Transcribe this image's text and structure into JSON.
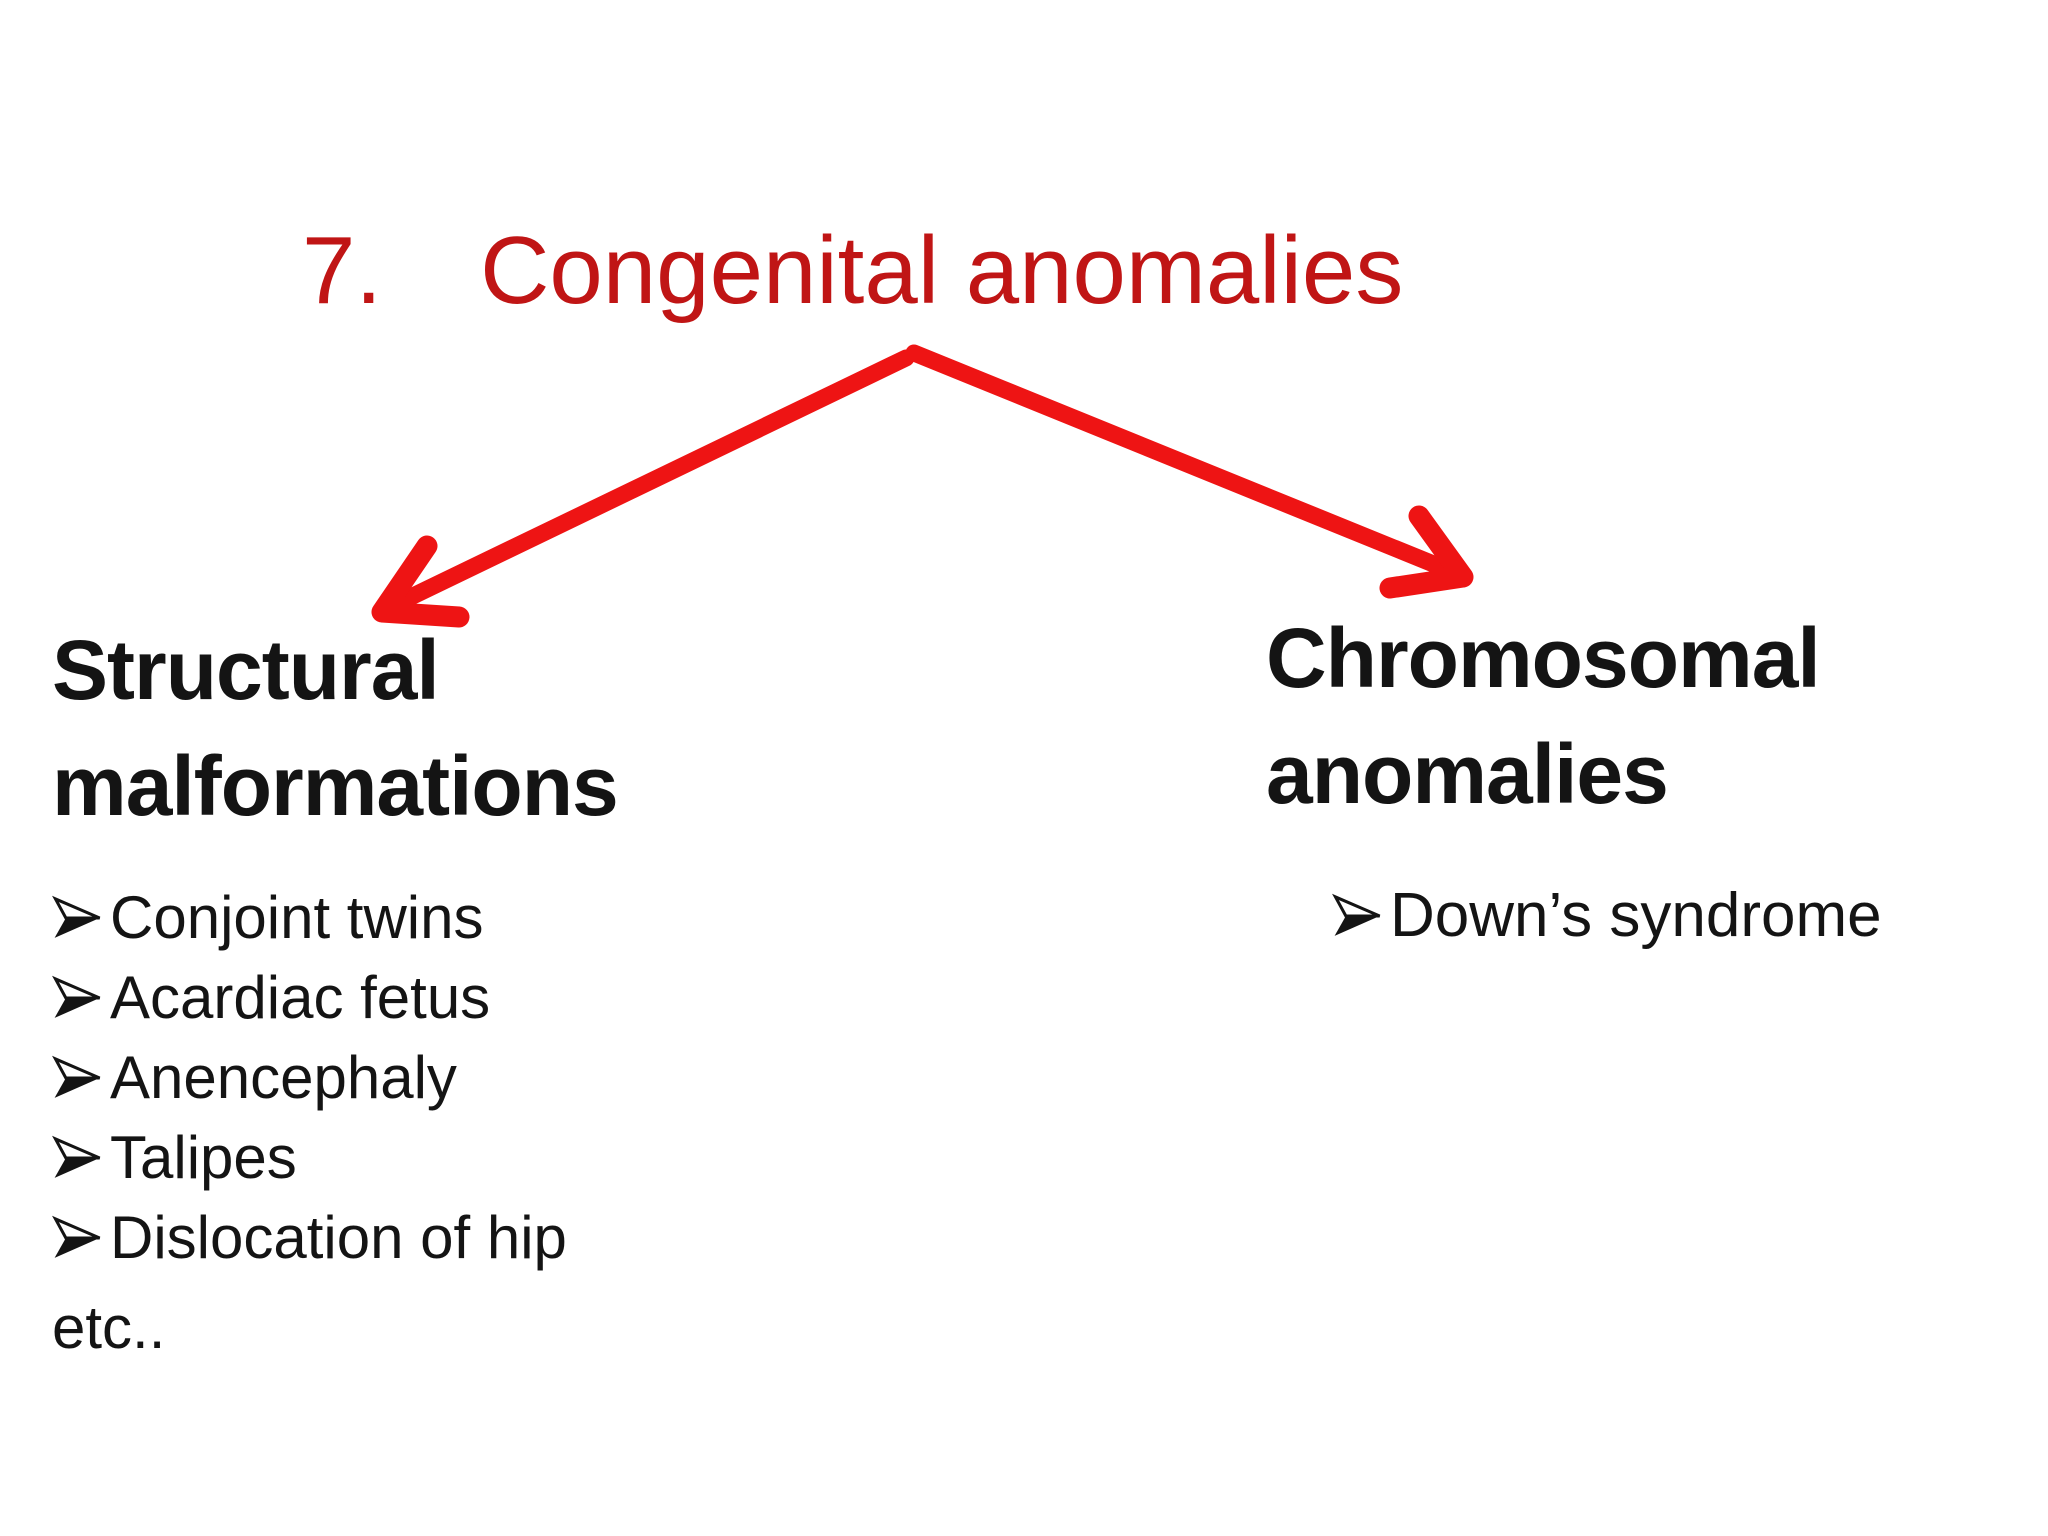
{
  "theme": {
    "bg": "#ffffff",
    "title_red": "#c01515",
    "arrow_red": "#ee1414",
    "text_black": "#141414"
  },
  "title": {
    "number": "7.",
    "text": "Congenital anomalies"
  },
  "icons": {
    "bullet_glyph": "➢",
    "left_branch_arrow": "thick-red-arrow-down-left",
    "right_branch_arrow": "thick-red-arrow-down-right"
  },
  "branches": {
    "left": {
      "heading": "Structural malformations",
      "bullets": [
        "Conjoint twins",
        "Acardiac fetus",
        "Anencephaly",
        "Talipes",
        "Dislocation of hip"
      ],
      "continuation": "etc.."
    },
    "right": {
      "heading": "Chromosomal anomalies",
      "bullets": [
        "Down’s syndrome"
      ]
    }
  }
}
